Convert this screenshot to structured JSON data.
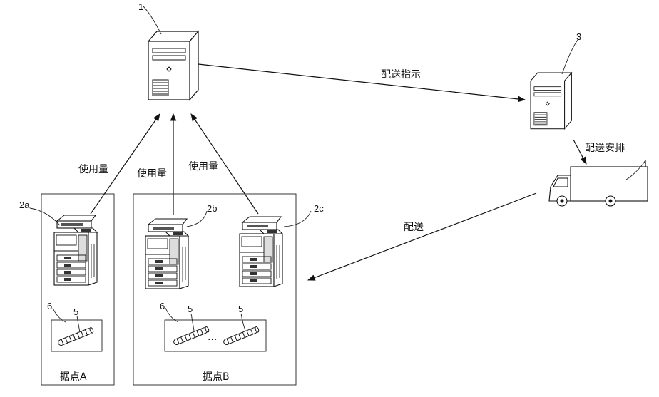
{
  "refs": {
    "server_main": "1",
    "server_delivery": "3",
    "truck": "4",
    "mfp_a": "2a",
    "mfp_b": "2b",
    "mfp_c": "2c",
    "tray_a": "6",
    "cart_a": "5",
    "tray_b": "6",
    "cart_b1": "5",
    "cart_b2": "5"
  },
  "labels": {
    "delivery_instruction": "配送指示",
    "delivery_arrangement": "配送安排",
    "delivery": "配送",
    "usage_a": "使用量",
    "usage_b": "使用量",
    "usage_c": "使用量",
    "site_a": "据点A",
    "site_b": "据点B",
    "ellipsis": "···"
  }
}
